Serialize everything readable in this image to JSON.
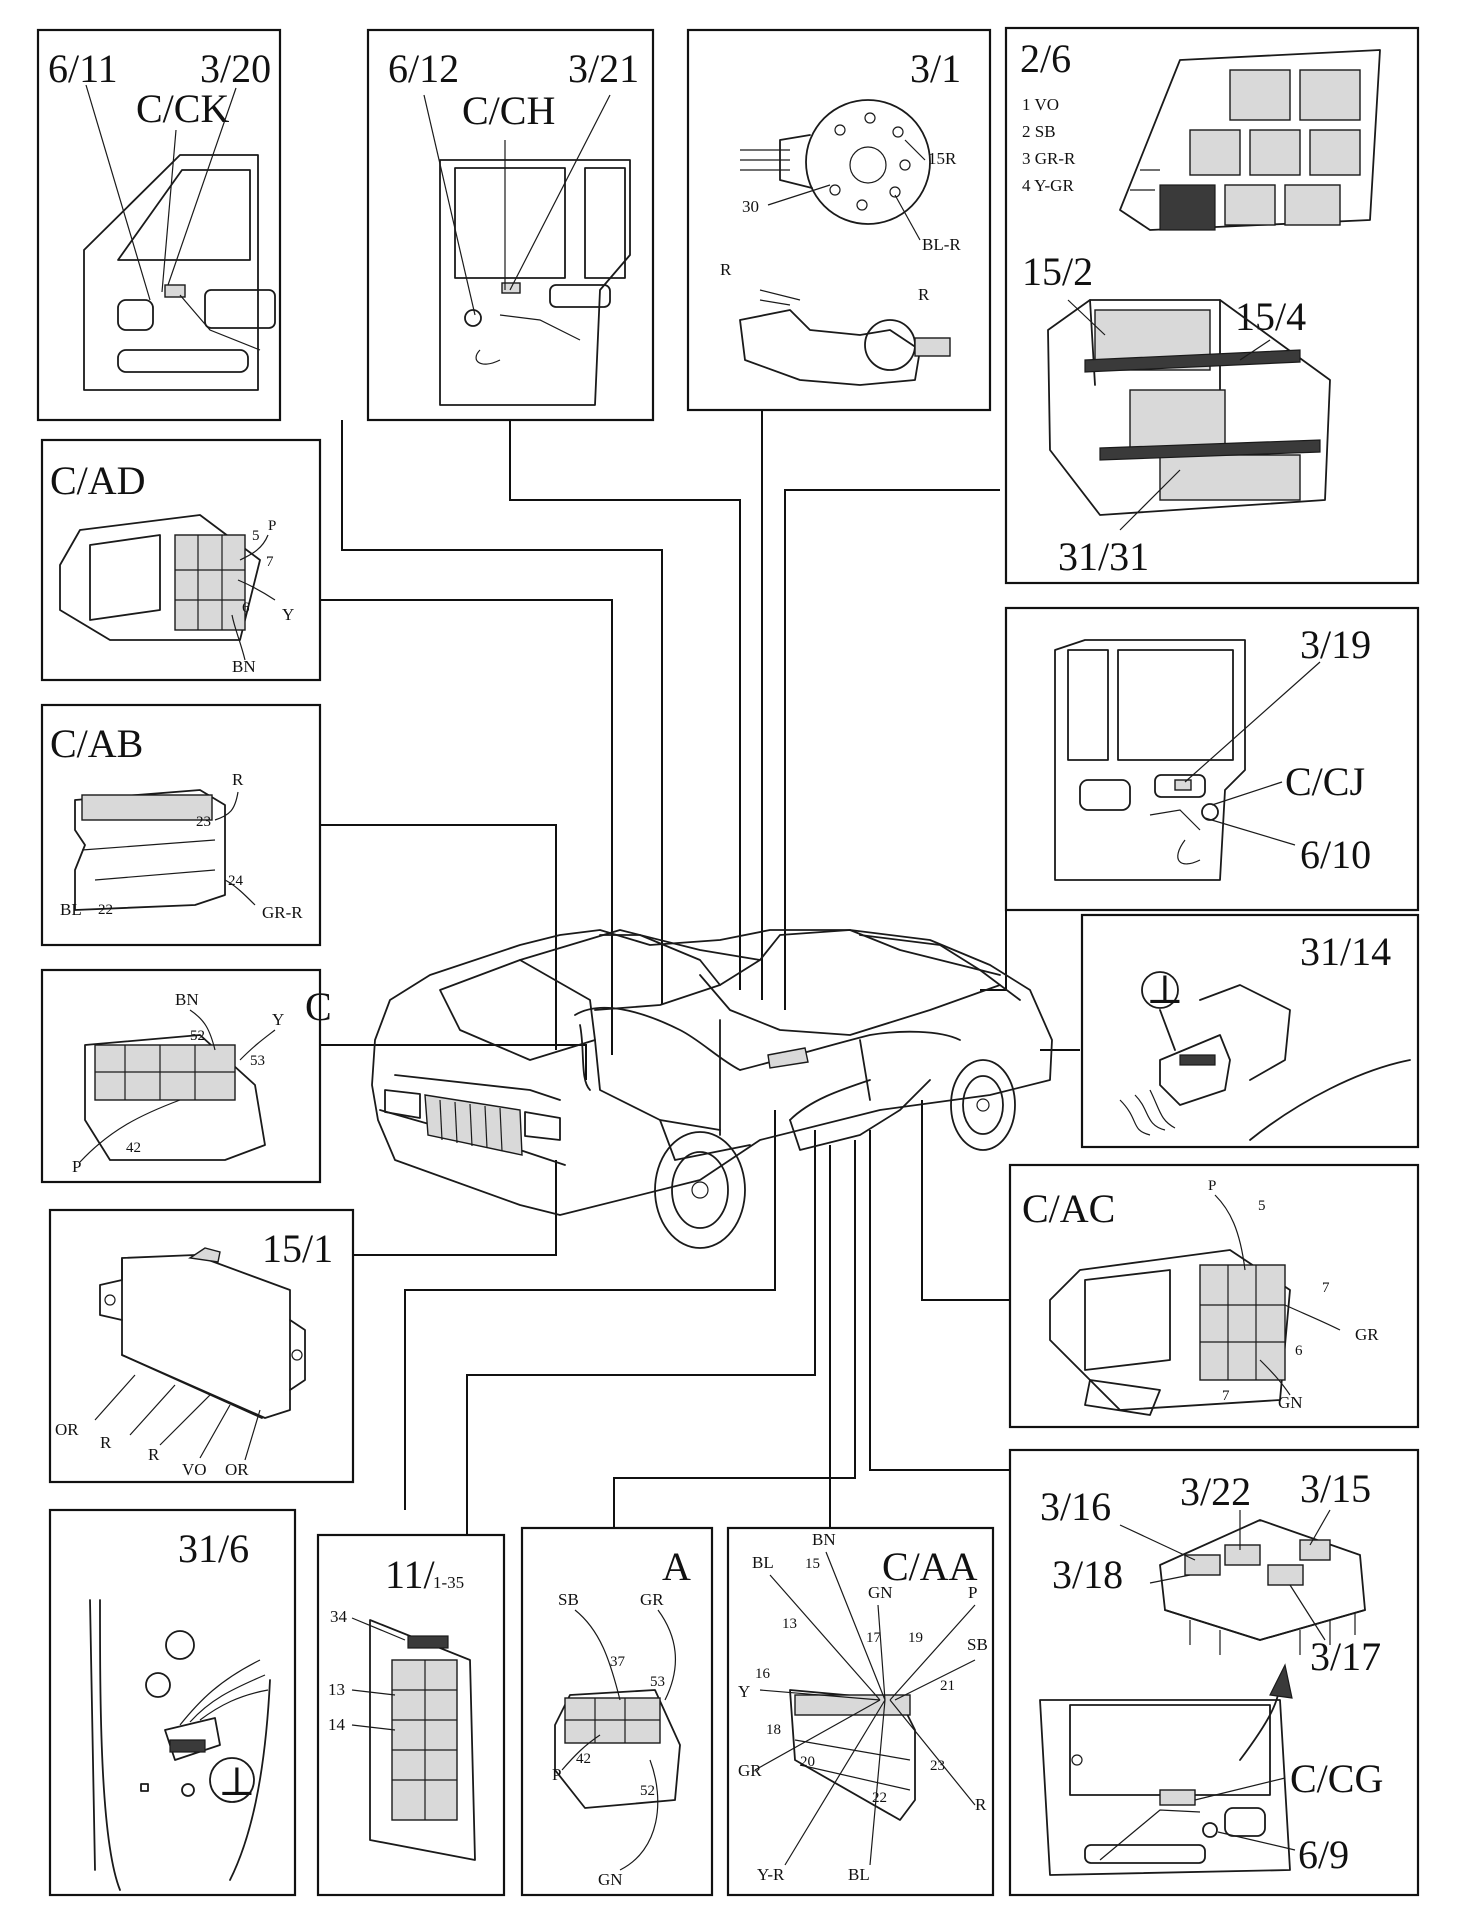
{
  "panels": {
    "cck": {
      "id_a": "6/11",
      "id_b": "3/20",
      "connector": "C/CK"
    },
    "cch": {
      "id_a": "6/12",
      "id_b": "3/21",
      "connector": "C/CH"
    },
    "p31": {
      "id": "3/1",
      "labels": [
        "15R",
        "30",
        "BL-R",
        "R",
        "R"
      ]
    },
    "p26": {
      "id": "2/6",
      "list": [
        "1 VO",
        "2 SB",
        "3 GR-R",
        "4 Y-GR"
      ],
      "id_152": "15/2",
      "id_154": "15/4",
      "id_3131": "31/31"
    },
    "cad": {
      "id": "C/AD",
      "pins": [
        "P",
        "5",
        "7",
        "6"
      ],
      "wires": [
        "Y",
        "BN"
      ]
    },
    "cab": {
      "id": "C/AB",
      "pins": [
        "23",
        "24",
        "22"
      ],
      "wires": [
        "R",
        "BL",
        "GR-R"
      ]
    },
    "c": {
      "id": "C",
      "pins": [
        "52",
        "53",
        "42"
      ],
      "wires": [
        "BN",
        "Y",
        "P"
      ]
    },
    "p151": {
      "id": "15/1",
      "wires": [
        "OR",
        "R",
        "R",
        "VO",
        "OR"
      ]
    },
    "cj": {
      "id_a": "3/19",
      "connector": "C/CJ",
      "id_b": "6/10"
    },
    "p3114": {
      "id": "31/14",
      "symbol": "⊥"
    },
    "cac": {
      "id": "C/AC",
      "pins": [
        "P",
        "5",
        "7",
        "6",
        "7"
      ],
      "wires": [
        "GR",
        "GN"
      ]
    },
    "p316": {
      "id": "31/6",
      "symbol": "⊥"
    },
    "p11": {
      "id": "11/",
      "sub": "1-35",
      "pins": [
        "34",
        "13",
        "14"
      ]
    },
    "a": {
      "id": "A",
      "pins": [
        "37",
        "53",
        "42",
        "52"
      ],
      "wires": [
        "SB",
        "GR",
        "P",
        "GN"
      ]
    },
    "caa": {
      "id": "C/AA",
      "pins": [
        "15",
        "13",
        "17",
        "19",
        "16",
        "21",
        "18",
        "20",
        "22",
        "23"
      ],
      "wires": [
        "BN",
        "BL",
        "GN",
        "P",
        "SB",
        "Y",
        "GR",
        "Y-R",
        "BL",
        "R"
      ]
    },
    "cg": {
      "id_316": "3/16",
      "id_322": "3/22",
      "id_315": "3/15",
      "id_318": "3/18",
      "id_317": "3/17",
      "connector": "C/CG",
      "id_69": "6/9"
    }
  },
  "colors": {
    "ink": "#111111",
    "background": "#ffffff",
    "shade": "#d9d9d9"
  },
  "icons": [
    "ground-symbol",
    "key-icon",
    "relay-block",
    "fuse-box",
    "connector-block"
  ]
}
